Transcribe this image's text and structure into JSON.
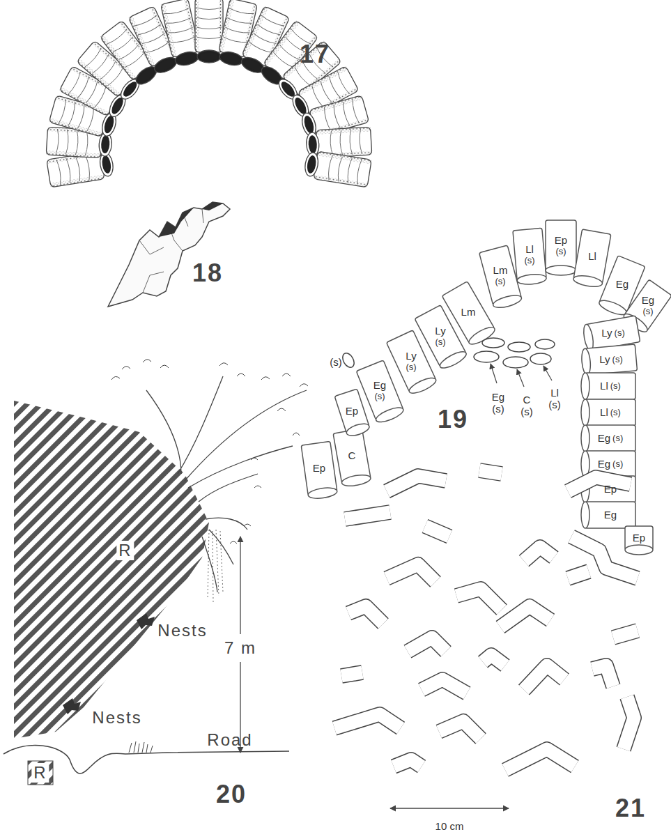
{
  "diagram": {
    "nodes": [
      {
        "text": [
          "Ep"
        ]
      },
      {
        "text": [
          "C"
        ]
      },
      {
        "text": [
          "Ep"
        ]
      },
      {
        "text": [
          "Eg",
          "(s)"
        ]
      },
      {
        "text": [
          "Ly",
          "(s)"
        ]
      },
      {
        "text": [
          "Ly",
          "(s)"
        ]
      },
      {
        "text": [
          "Lm"
        ]
      },
      {
        "text": [
          "Lm",
          "(s)"
        ]
      },
      {
        "text": [
          "Ll",
          "(s)"
        ]
      },
      {
        "text": [
          "Ep",
          "(s)"
        ]
      },
      {
        "text": [
          "Ll"
        ]
      },
      {
        "text": [
          "Eg"
        ]
      },
      {
        "text": [
          "Eg",
          "(s)"
        ]
      },
      {
        "text": [
          "Ly",
          "(s)"
        ]
      },
      {
        "text": [
          "Ly",
          "(s)"
        ]
      },
      {
        "text": [
          "Ll",
          "(s)"
        ]
      },
      {
        "text": [
          "Ll",
          "(s)"
        ]
      },
      {
        "text": [
          "Eg",
          "(s)"
        ]
      },
      {
        "text": [
          "Eg",
          "(s)"
        ]
      },
      {
        "text": [
          "Ep"
        ]
      },
      {
        "text": [
          "Eg"
        ]
      },
      {
        "text": [
          "Ep"
        ]
      }
    ],
    "labels": [
      "17",
      "18",
      "19",
      "(s)",
      "Eg (s)",
      "C (s)",
      "Ll (s)",
      "R",
      "Nests",
      "Nests",
      "7 m",
      "Road",
      "R",
      "20",
      "21",
      "10 cm"
    ]
  }
}
